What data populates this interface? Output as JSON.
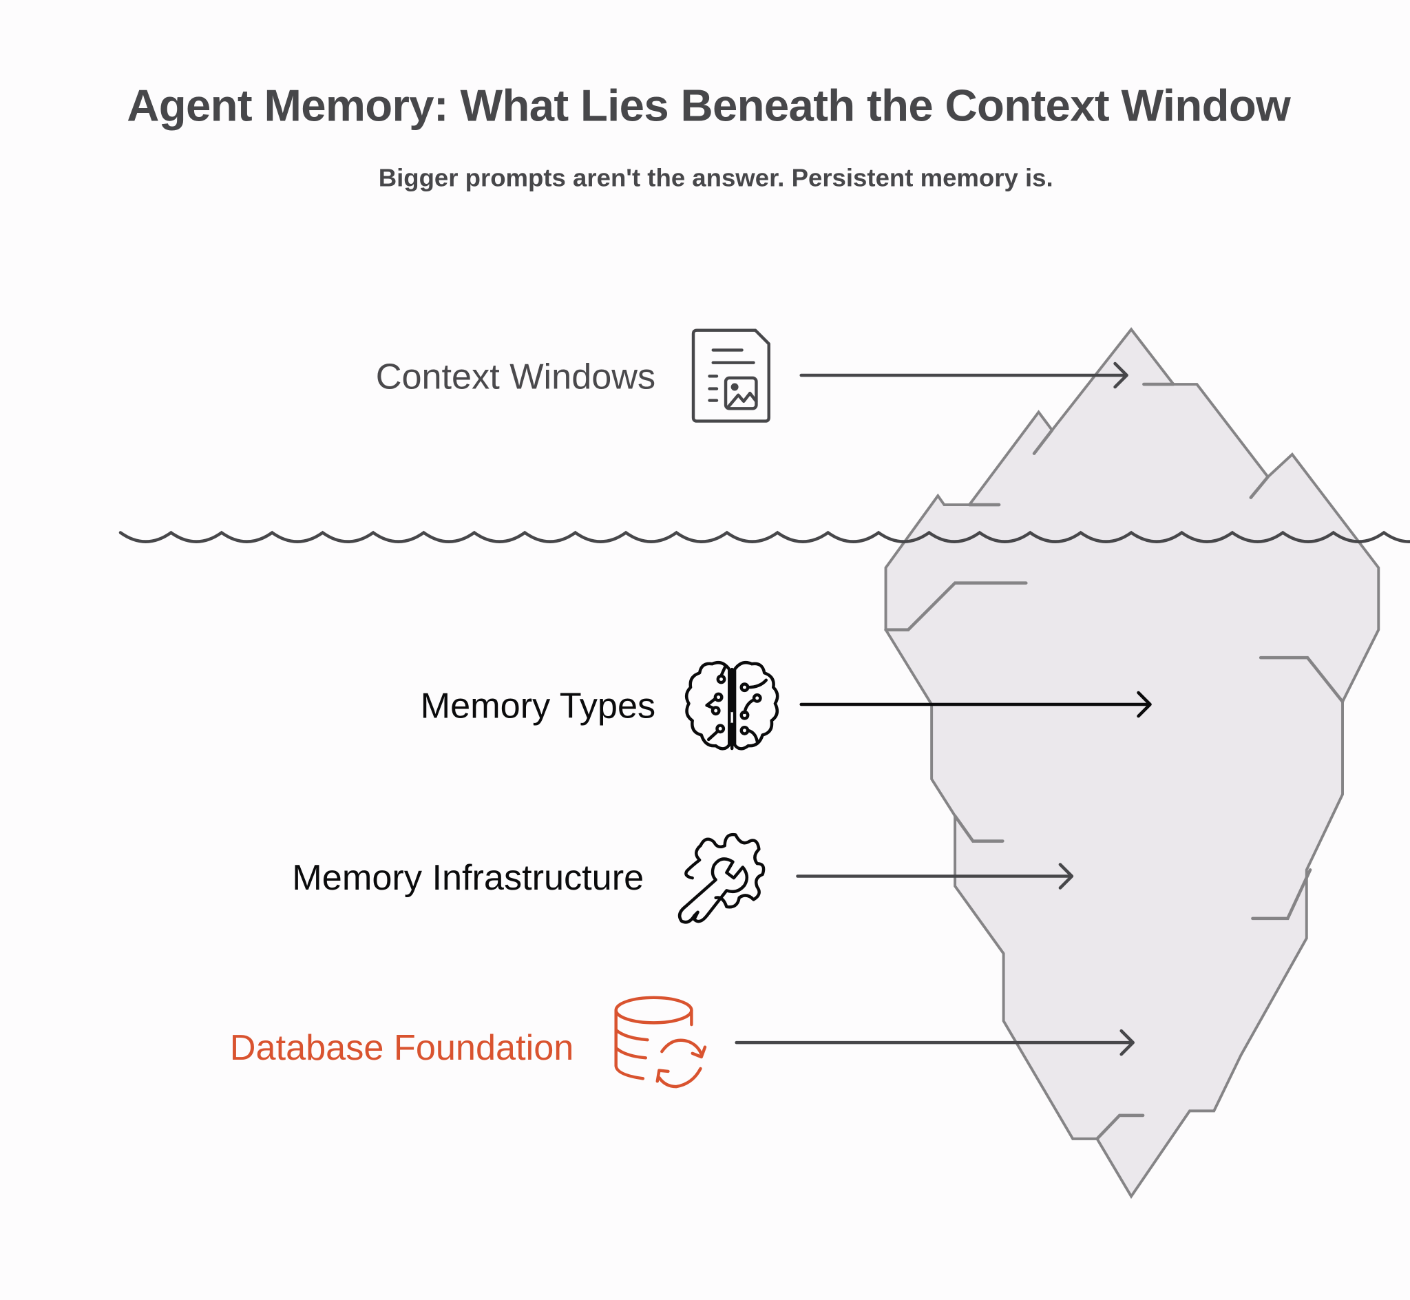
{
  "header": {
    "title": "Agent Memory: What Lies Beneath the Context Window",
    "subtitle": "Bigger prompts aren't the answer. Persistent memory is."
  },
  "layers": [
    {
      "label": "Context Windows",
      "icon": "document-image-icon",
      "position": "above-water",
      "color": "#4a494c"
    },
    {
      "label": "Memory Types",
      "icon": "brain-circuit-icon",
      "position": "below-water",
      "color": "#0b0b0c"
    },
    {
      "label": "Memory Infrastructure",
      "icon": "gear-wrench-icon",
      "position": "below-water",
      "color": "#0b0b0c"
    },
    {
      "label": "Database Foundation",
      "icon": "database-sync-icon",
      "position": "below-water",
      "color": "#d9532f"
    }
  ],
  "colors": {
    "iceberg_fill": "#ebe8ec",
    "iceberg_stroke": "#858486",
    "waterline": "#47474a",
    "accent": "#d9532f"
  }
}
